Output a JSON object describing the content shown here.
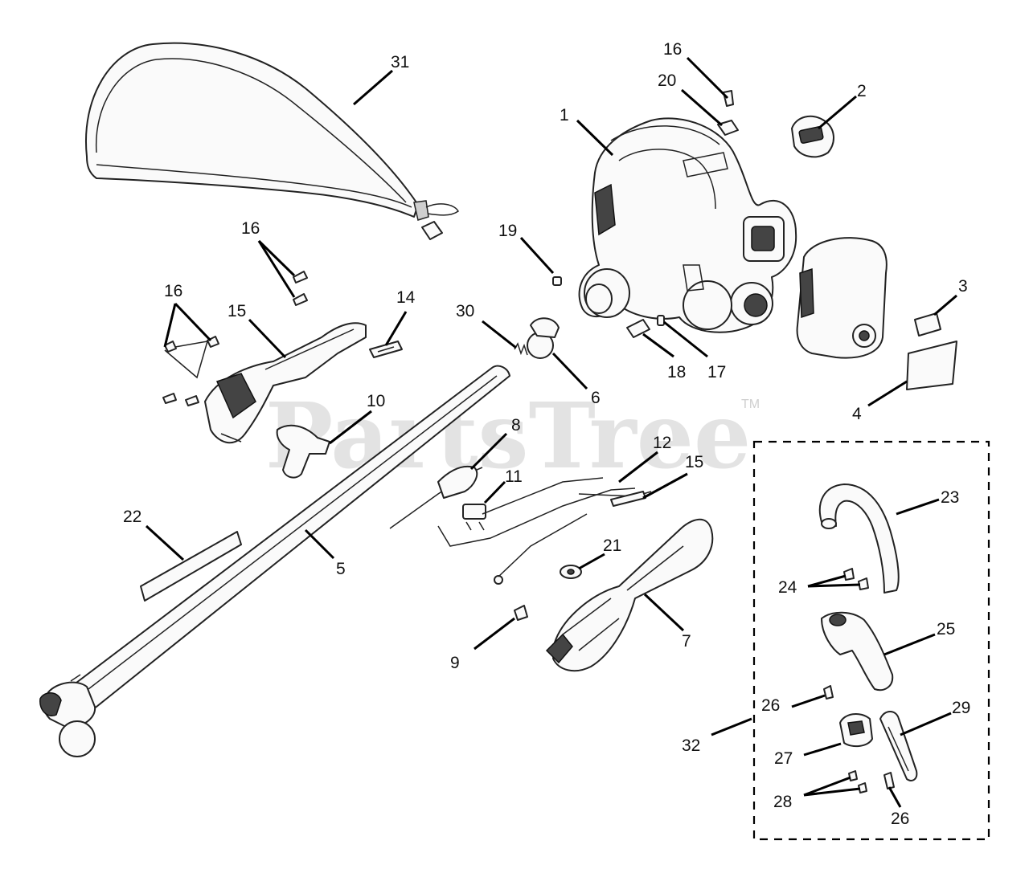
{
  "watermark": {
    "text": "PartsTree",
    "trademark": "TM"
  },
  "callouts": [
    {
      "id": "c31",
      "label": "31"
    },
    {
      "id": "c16a",
      "label": "16"
    },
    {
      "id": "c20",
      "label": "20"
    },
    {
      "id": "c1",
      "label": "1"
    },
    {
      "id": "c2",
      "label": "2"
    },
    {
      "id": "c19",
      "label": "19"
    },
    {
      "id": "c16b",
      "label": "16"
    },
    {
      "id": "c16c",
      "label": "16"
    },
    {
      "id": "c15a",
      "label": "15"
    },
    {
      "id": "c14",
      "label": "14"
    },
    {
      "id": "c30",
      "label": "30"
    },
    {
      "id": "c3",
      "label": "3"
    },
    {
      "id": "c18",
      "label": "18"
    },
    {
      "id": "c17",
      "label": "17"
    },
    {
      "id": "c6",
      "label": "6"
    },
    {
      "id": "c4",
      "label": "4"
    },
    {
      "id": "c10",
      "label": "10"
    },
    {
      "id": "c8",
      "label": "8"
    },
    {
      "id": "c12",
      "label": "12"
    },
    {
      "id": "c15b",
      "label": "15"
    },
    {
      "id": "c11",
      "label": "11"
    },
    {
      "id": "c22",
      "label": "22"
    },
    {
      "id": "c5",
      "label": "5"
    },
    {
      "id": "c21",
      "label": "21"
    },
    {
      "id": "c23",
      "label": "23"
    },
    {
      "id": "c24",
      "label": "24"
    },
    {
      "id": "c25",
      "label": "25"
    },
    {
      "id": "c9",
      "label": "9"
    },
    {
      "id": "c7",
      "label": "7"
    },
    {
      "id": "c26a",
      "label": "26"
    },
    {
      "id": "c29",
      "label": "29"
    },
    {
      "id": "c32",
      "label": "32"
    },
    {
      "id": "c27",
      "label": "27"
    },
    {
      "id": "c28",
      "label": "28"
    },
    {
      "id": "c26b",
      "label": "26"
    }
  ]
}
